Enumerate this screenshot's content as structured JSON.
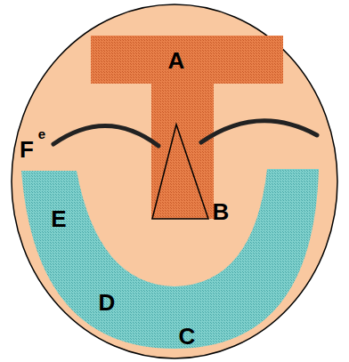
{
  "diagram": {
    "labels": [
      "A",
      "B",
      "C",
      "D",
      "E",
      "F",
      "e"
    ]
  }
}
